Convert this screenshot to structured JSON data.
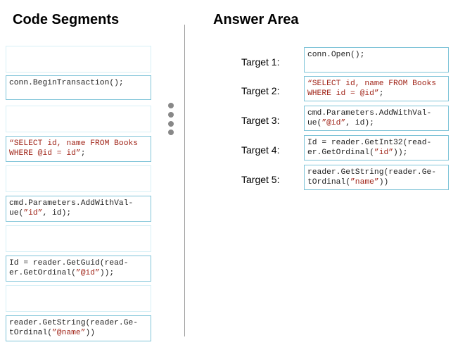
{
  "headings": {
    "code_segments": "Code Segments",
    "answer_area": "Answer Area"
  },
  "segments": [
    {
      "l1": [
        "",
        "",
        ""
      ]
    },
    {
      "l1": [
        "conn.BeginTransaction();",
        "",
        ""
      ]
    },
    {
      "l1": [
        "",
        "",
        ""
      ]
    },
    {
      "l1": [
        "",
        "“SELECT id, name FROM Books",
        ""
      ],
      "l2": [
        "",
        "WHERE @id = id”",
        ";"
      ]
    },
    {
      "l1": [
        "",
        "",
        ""
      ]
    },
    {
      "l1": [
        "cmd.Parameters.AddWithVal-",
        "",
        ""
      ],
      "l2": [
        "ue(",
        "”id”",
        ", id);"
      ]
    },
    {
      "l1": [
        "",
        "",
        ""
      ]
    },
    {
      "l1": [
        "Id = reader.GetGuid(read-",
        "",
        ""
      ],
      "l2": [
        "er.GetOrdinal(",
        "”@id”",
        "));"
      ]
    },
    {
      "l1": [
        "",
        "",
        ""
      ]
    },
    {
      "l1": [
        "reader.GetString(reader.Ge-",
        "",
        ""
      ],
      "l2": [
        "tOrdinal(",
        "”@name”",
        "))"
      ]
    }
  ],
  "targets": [
    {
      "label": "Target 1:",
      "l1": [
        "conn.Open();",
        "",
        ""
      ]
    },
    {
      "label": "Target 2:",
      "l1": [
        "",
        "“SELECT id, name FROM Books",
        ""
      ],
      "l2": [
        "",
        "WHERE id = @id”",
        ";"
      ]
    },
    {
      "label": "Target 3:",
      "l1": [
        "cmd.Parameters.AddWithVal-",
        "",
        ""
      ],
      "l2": [
        "ue(",
        "”@id”",
        ", id);"
      ]
    },
    {
      "label": "Target 4:",
      "l1": [
        "Id = reader.GetInt32(read-",
        "",
        ""
      ],
      "l2": [
        "er.GetOrdinal(",
        "”id”",
        "));"
      ]
    },
    {
      "label": "Target 5:",
      "l1": [
        "reader.GetString(reader.Ge-",
        "",
        ""
      ],
      "l2": [
        "tOrdinal(",
        "”name”",
        "))"
      ]
    }
  ]
}
